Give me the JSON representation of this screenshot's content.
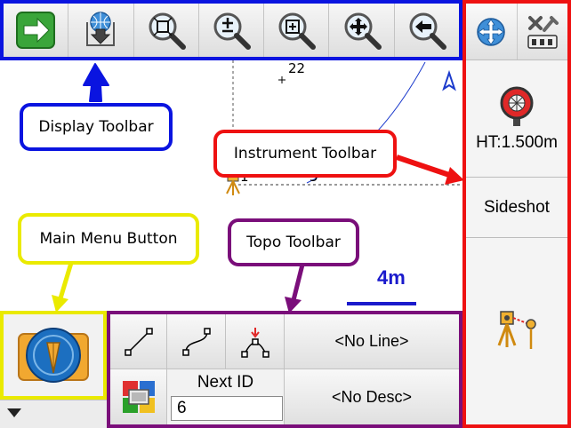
{
  "map": {
    "points": [
      {
        "label": "22"
      },
      {
        "label": "1"
      },
      {
        "label": "5"
      }
    ],
    "scale_label": "4m"
  },
  "display_toolbar": {
    "buttons": [
      {
        "icon": "arrow-right-icon"
      },
      {
        "icon": "globe-down-icon"
      },
      {
        "icon": "zoom-extents-icon"
      },
      {
        "icon": "zoom-in-out-icon"
      },
      {
        "icon": "zoom-window-icon"
      },
      {
        "icon": "pan-icon"
      },
      {
        "icon": "zoom-previous-icon"
      }
    ]
  },
  "instrument_toolbar": {
    "tabs": [
      {
        "icon": "globe-arrows-icon"
      },
      {
        "icon": "tools-icon"
      }
    ],
    "height_label": "HT:1.500m",
    "sideshot_label": "Sideshot"
  },
  "topo_toolbar": {
    "line_label": "<No Line>",
    "desc_label": "<No Desc>",
    "next_id_label": "Next ID",
    "next_id_value": "6"
  },
  "callouts": {
    "display_toolbar": "Display Toolbar",
    "instrument_toolbar": "Instrument Toolbar",
    "main_menu_button": "Main Menu Button",
    "topo_toolbar": "Topo Toolbar"
  },
  "colors": {
    "display_toolbar": "#0a14e0",
    "instrument_toolbar": "#ee1111",
    "main_menu_button": "#eaea00",
    "topo_toolbar": "#7a0e7a",
    "scale": "#1a1acc"
  }
}
